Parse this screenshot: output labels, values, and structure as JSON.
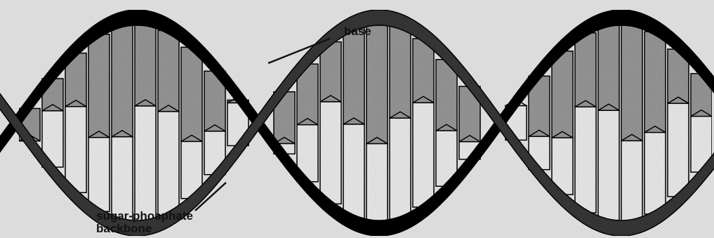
{
  "labels": {
    "base": "base",
    "backbone_line1": "sugar-phosphate",
    "backbone_line2": "backbone"
  },
  "colors": {
    "background": "#dcdcdc",
    "backbone_dark": "#0e0e0e",
    "backbone_mid": "#3a3a3a",
    "base_light": "#f4f4f4",
    "base_shade": "#9d9d9d",
    "outline": "#111111"
  }
}
